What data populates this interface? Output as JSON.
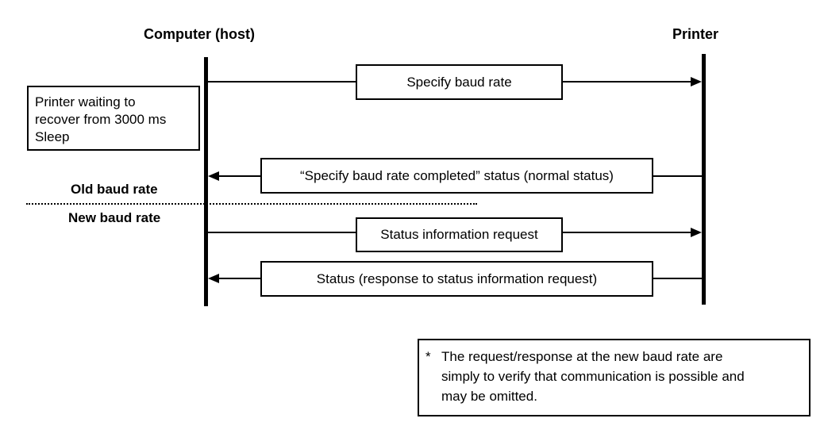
{
  "lifelines": {
    "host_label": "Computer (host)",
    "printer_label": "Printer"
  },
  "side_note": {
    "line1": "Printer waiting to",
    "line2": "recover from 3000 ms",
    "line3": "Sleep"
  },
  "sections": {
    "old_label": "Old baud rate",
    "new_label": "New baud rate"
  },
  "messages": [
    {
      "label": "Specify baud rate",
      "direction": "host-to-printer"
    },
    {
      "label": "“Specify baud rate completed” status (normal status)",
      "direction": "printer-to-host"
    },
    {
      "label": "Status information request",
      "direction": "host-to-printer"
    },
    {
      "label": "Status (response to status information request)",
      "direction": "printer-to-host"
    }
  ],
  "footnote": {
    "mark": "*",
    "line1": "The request/response at the new baud rate are",
    "line2": "simply to verify that communication is possible and",
    "line3": "may be omitted."
  }
}
